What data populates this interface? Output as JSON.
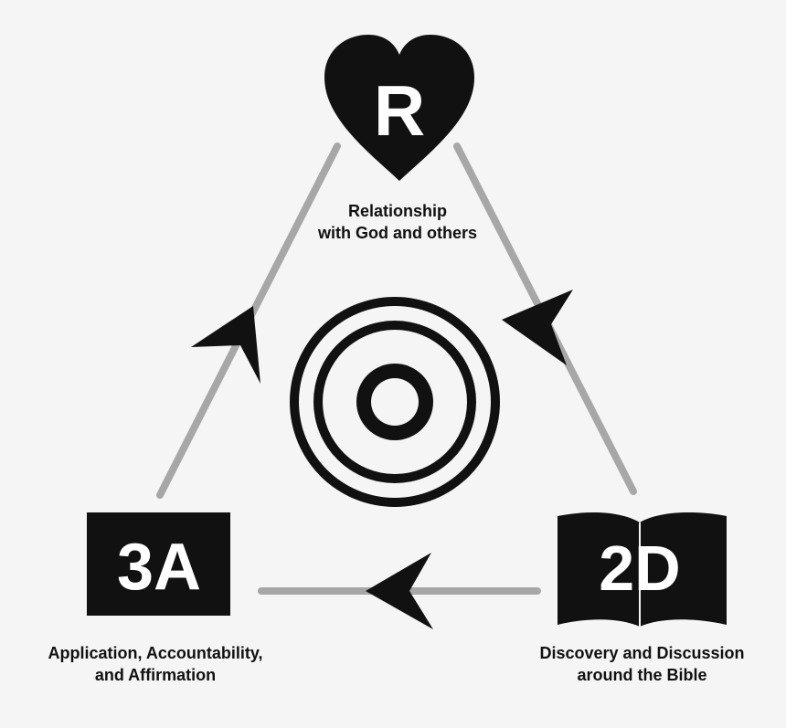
{
  "nodes": {
    "relationship": {
      "badge": "R",
      "caption_line1": "Relationship",
      "caption_line2": "with God and others"
    },
    "application": {
      "badge": "3A",
      "caption_line1": "Application, Accountability,",
      "caption_line2": "and Affirmation"
    },
    "discovery": {
      "badge": "2D",
      "caption_line1": "Discovery and Discussion",
      "caption_line2": "around the Bible"
    }
  },
  "colors": {
    "background": "#f5f5f5",
    "ink": "#111111",
    "connector": "#a7a7a7",
    "badge_text": "#ffffff"
  },
  "icons": {
    "top": "heart-icon",
    "left": "square-icon",
    "right": "open-book-icon",
    "center": "target-icon",
    "arrows": "arrowhead-icon"
  }
}
